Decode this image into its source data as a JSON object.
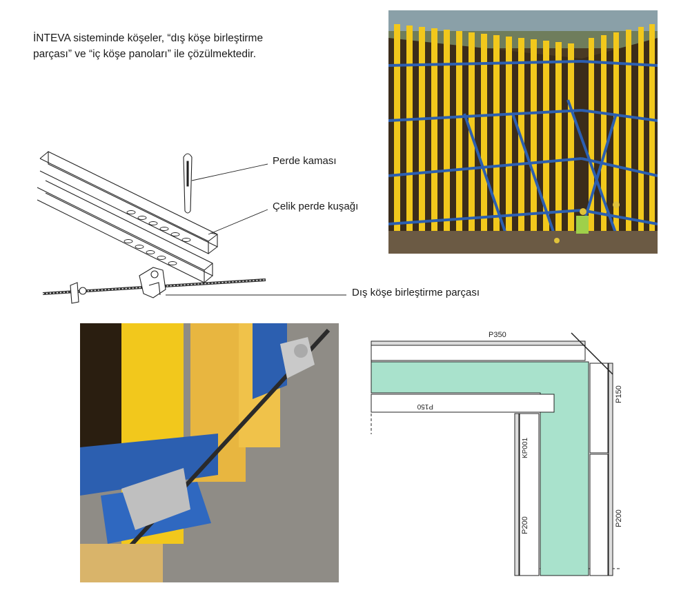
{
  "intro": {
    "line1": "İNTEVA sisteminde köşeler, “dış köşe birleştirme",
    "line2": "parçası” ve “iç köşe panoları” ile çözülmektedir."
  },
  "callouts": {
    "wedge": "Perde kaması",
    "waler": "Çelik perde kuşağı",
    "corner_connector": "Dış köşe birleştirme parçası"
  },
  "plan_labels": {
    "top_panel": "P350",
    "top_inner_panel": "P150",
    "right_upper": "P150",
    "right_lower": "P200",
    "inner_vertical_panel": "KP001",
    "inner_lower": "P200"
  },
  "colors": {
    "formwork_yellow": "#f2c81c",
    "waler_blue": "#2c5fb0",
    "concrete_fill": "#a9e2cc"
  }
}
